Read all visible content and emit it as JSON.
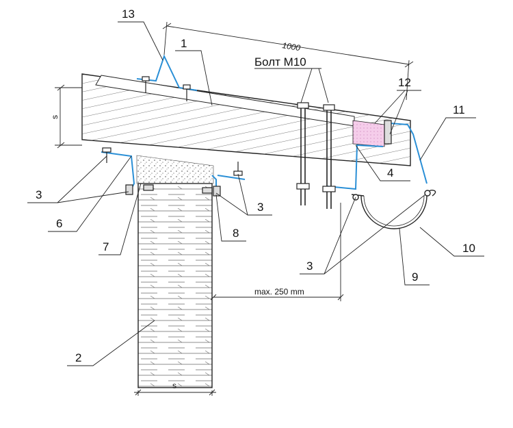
{
  "colors": {
    "line": "#222222",
    "metal": "#2a8fd6",
    "fill_pink": "#f3c6e6",
    "gravel": "#dcdcdc"
  },
  "labels": {
    "n1": "1",
    "n2": "2",
    "n3a": "3",
    "n3b": "3",
    "n3c": "3",
    "n4": "4",
    "n6": "6",
    "n7": "7",
    "n8": "8",
    "n9": "9",
    "n10": "10",
    "n11": "11",
    "n12": "12",
    "n13": "13"
  },
  "dimensions": {
    "length": "1000",
    "max_overhang": "max. 250 mm",
    "s_panel": "s",
    "s_wall": "s"
  },
  "bolt_label": "Болт М10"
}
